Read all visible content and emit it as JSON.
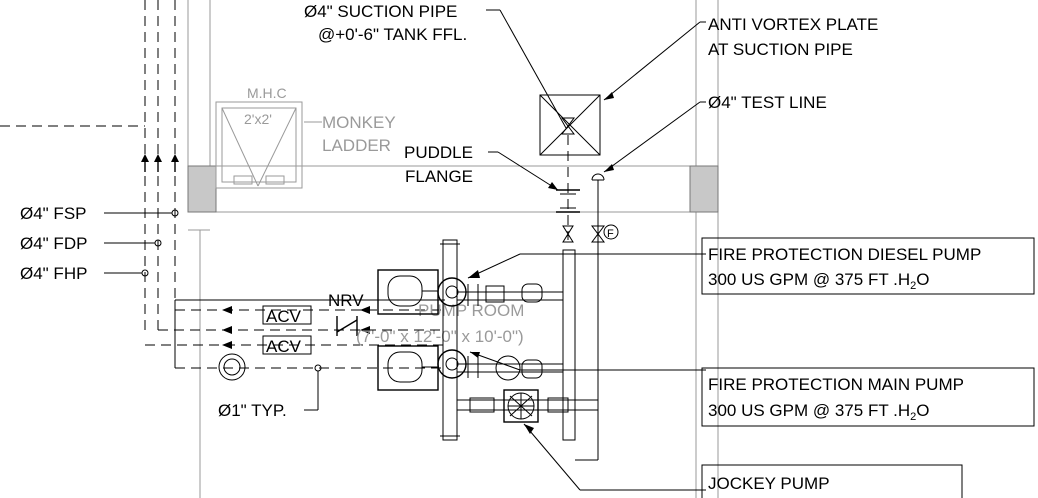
{
  "labels": {
    "suction_pipe_1": "Ø4\" SUCTION PIPE",
    "suction_pipe_2": "@+0'-6\" TANK FFL.",
    "anti_vortex_1": "ANTI VORTEX PLATE",
    "anti_vortex_2": "AT SUCTION PIPE",
    "test_line": "Ø4\" TEST LINE",
    "mhc_title": "M.H.C",
    "mhc_size": "2'x2'",
    "monkey_1": "MONKEY",
    "monkey_2": "LADDER",
    "puddle_1": "PUDDLE",
    "puddle_2": "FLANGE",
    "fsp": "Ø4\" FSP",
    "fdp": "Ø4\" FDP",
    "fhp": "Ø4\" FHP",
    "nrv": "NRV",
    "acv_1": "ACV",
    "acv_2": "ACV",
    "pump_room_1": "PUMP ROOM",
    "pump_room_2": "(7'-0\" x 12'-0\" x 10'-0\")",
    "typ": "Ø1\" TYP.",
    "f_mark": "F",
    "diesel_pump_1": "FIRE PROTECTION DIESEL PUMP",
    "diesel_pump_2": "300 US GPM @ 375 FT .H",
    "main_pump_1": "FIRE PROTECTION MAIN PUMP",
    "main_pump_2": "300 US GPM @ 375 FT .H",
    "h2o_sub": "2",
    "h2o_o": "O",
    "jockey_pump": "JOCKEY PUMP"
  },
  "colors": {
    "ink": "#000000",
    "gray_ink": "#9a9a9a",
    "wall_fill": "#c8c8c8"
  }
}
